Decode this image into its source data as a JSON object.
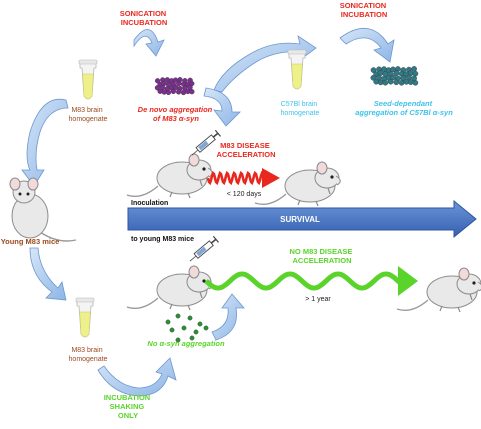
{
  "labels": {
    "sonication_incubation_1": [
      "SONICATION",
      "INCUBATION"
    ],
    "sonication_incubation_2": [
      "SONICATION",
      "INCUBATION"
    ],
    "m83_homogenate_top": [
      "M83 brain",
      "homogenate"
    ],
    "de_novo": [
      "De novo aggregation",
      "of M83 α-syn"
    ],
    "c57bl_homogenate": [
      "C57Bl brain",
      "homogenate"
    ],
    "seed_dependant": [
      "Seed-dependant",
      "aggregation of C57Bl α-syn"
    ],
    "m83_disease_acceleration": [
      "M83 DISEASE",
      "ACCELERATION"
    ],
    "lt_120_days": "< 120 days",
    "young_m83_mice": "Young M83  mice",
    "inoculation": "Inoculation",
    "survival": "SURVIVAL",
    "to_young_m83_mice": "to young M83 mice",
    "no_m83_disease_acceleration": [
      "NO M83 DISEASE",
      "ACCELERATION"
    ],
    "gt_1_year": "> 1 year",
    "m83_homogenate_bottom": [
      "M83 brain",
      "homogenate"
    ],
    "no_asyn_aggregation": "No α-syn aggregation",
    "incubation_shaking_only": [
      "INCUBATION",
      "SHAKING",
      "ONLY"
    ]
  },
  "colors": {
    "red": "#e8281e",
    "brown": "#9b4a1e",
    "cyan": "#3ec3e8",
    "green": "#5ad42a",
    "blue_arrow": "#3f6fc0",
    "curved_arrow": "#a9c9ef",
    "purple_dots": "#7b2f8e",
    "teal_dots": "#2f7a86",
    "green_dots": "#2f8a3a",
    "tube_liquid": "#eef08a"
  },
  "icons": [
    "mouse-icon",
    "syringe-icon",
    "tube-icon",
    "curved-arrow-icon"
  ]
}
